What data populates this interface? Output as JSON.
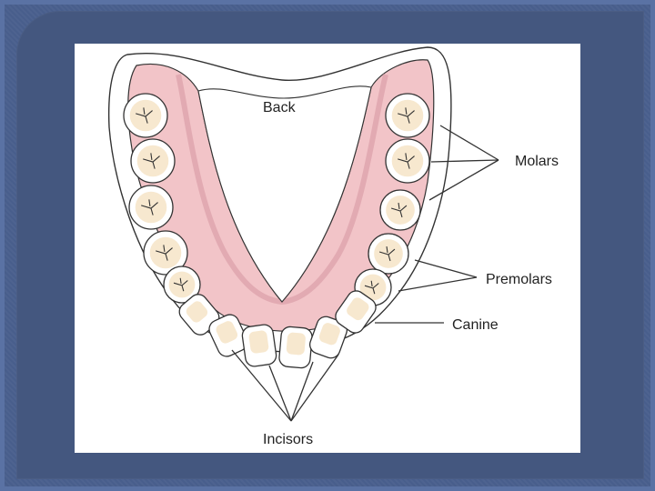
{
  "diagram": {
    "labels": {
      "back": "Back",
      "molars": "Molars",
      "premolars": "Premolars",
      "canine": "Canine",
      "incisors": "Incisors"
    },
    "colors": {
      "gum": "#f2c4c8",
      "gum_dark": "#e2a7ae",
      "tooth": "#f7e8cf",
      "tooth_white": "#ffffff",
      "outline": "#333333",
      "background": "#4b6290"
    }
  }
}
